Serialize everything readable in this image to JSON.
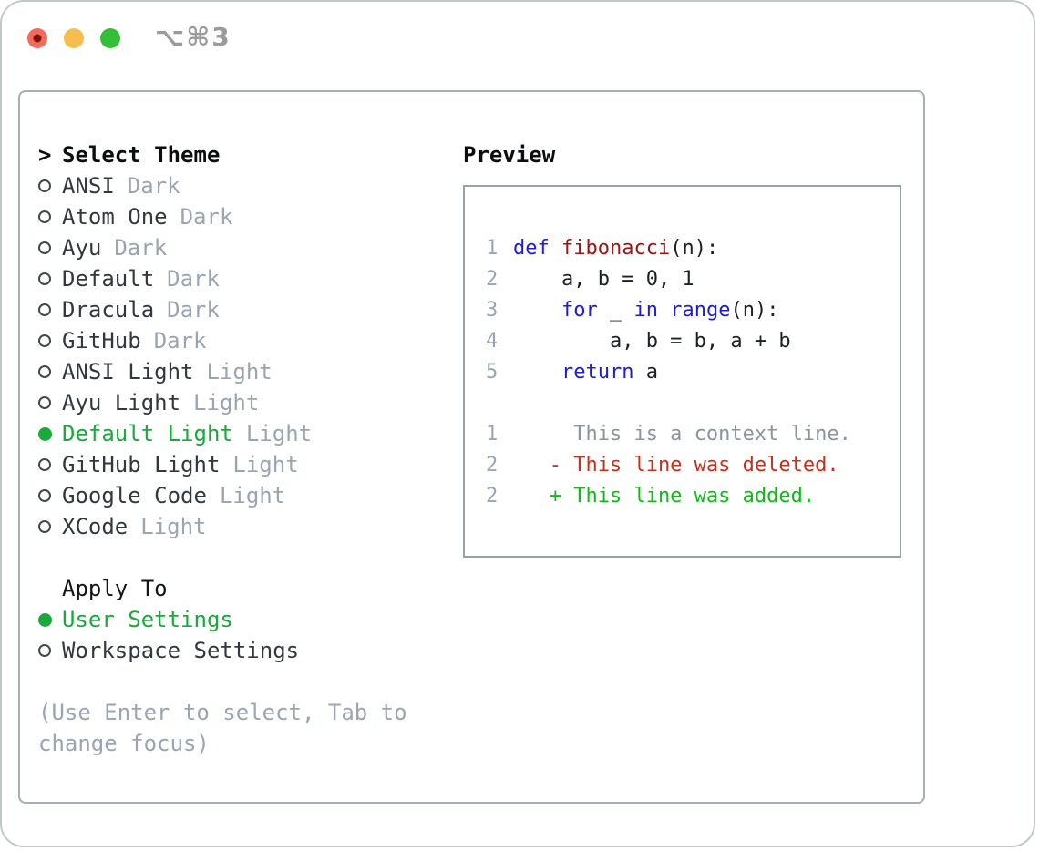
{
  "titlebar": {
    "shortcut": "⌥⌘3",
    "buttons": [
      {
        "name": "close",
        "color": "#f4695c",
        "dot": "#7b150c"
      },
      {
        "name": "minimize",
        "color": "#f6be4f",
        "dot": null
      },
      {
        "name": "zoom",
        "color": "#32c136",
        "dot": null
      }
    ]
  },
  "theme_section": {
    "caret": ">",
    "header": "Select Theme",
    "items": [
      {
        "name": "ANSI",
        "variant": "Dark",
        "selected": false
      },
      {
        "name": "Atom One",
        "variant": "Dark",
        "selected": false
      },
      {
        "name": "Ayu",
        "variant": "Dark",
        "selected": false
      },
      {
        "name": "Default",
        "variant": "Dark",
        "selected": false
      },
      {
        "name": "Dracula",
        "variant": "Dark",
        "selected": false
      },
      {
        "name": "GitHub",
        "variant": "Dark",
        "selected": false
      },
      {
        "name": "ANSI Light",
        "variant": "Light",
        "selected": false
      },
      {
        "name": "Ayu Light",
        "variant": "Light",
        "selected": false
      },
      {
        "name": "Default Light",
        "variant": "Light",
        "selected": true
      },
      {
        "name": "GitHub Light",
        "variant": "Light",
        "selected": false
      },
      {
        "name": "Google Code",
        "variant": "Light",
        "selected": false
      },
      {
        "name": "XCode",
        "variant": "Light",
        "selected": false
      }
    ]
  },
  "apply_section": {
    "header": "Apply To",
    "options": [
      {
        "label": "User Settings",
        "selected": true
      },
      {
        "label": "Workspace Settings",
        "selected": false
      }
    ]
  },
  "hint": "(Use Enter to select, Tab to change focus)",
  "preview": {
    "header": "Preview",
    "lines": [
      {
        "num": "1",
        "segments": [
          {
            "t": "def",
            "s": "keyword"
          },
          {
            "t": " ",
            "s": "code"
          },
          {
            "t": "fibonacci",
            "s": "function"
          },
          {
            "t": "(n):",
            "s": "code"
          }
        ]
      },
      {
        "num": "2",
        "segments": [
          {
            "t": "    a, b = 0, 1",
            "s": "code"
          }
        ]
      },
      {
        "num": "3",
        "segments": [
          {
            "t": "    ",
            "s": "code"
          },
          {
            "t": "for",
            "s": "keyword"
          },
          {
            "t": " _ ",
            "s": "code"
          },
          {
            "t": "in",
            "s": "keyword"
          },
          {
            "t": " ",
            "s": "code"
          },
          {
            "t": "range",
            "s": "keyword"
          },
          {
            "t": "(n):",
            "s": "code"
          }
        ]
      },
      {
        "num": "4",
        "segments": [
          {
            "t": "        a, b = b, a + b",
            "s": "code"
          }
        ]
      },
      {
        "num": "5",
        "segments": [
          {
            "t": "    ",
            "s": "code"
          },
          {
            "t": "return",
            "s": "keyword"
          },
          {
            "t": " a",
            "s": "code"
          }
        ]
      },
      {
        "num": "",
        "segments": []
      },
      {
        "num": "1",
        "segments": [
          {
            "t": "     This is a context line.",
            "s": "context"
          }
        ]
      },
      {
        "num": "2",
        "segments": [
          {
            "t": "   - This line was deleted.",
            "s": "removed"
          }
        ]
      },
      {
        "num": "2",
        "segments": [
          {
            "t": "   + This line was added.",
            "s": "added"
          }
        ]
      }
    ]
  },
  "colors": {
    "accent_green": "#1aaa3c",
    "keyword": "#1d1dd6",
    "function": "#a01313",
    "code": "#1c1f23",
    "context": "#8b949e",
    "removed": "#c9301c",
    "added": "#0dbd17",
    "linenum": "#9aa4b2",
    "muted": "#9aa4b2"
  }
}
